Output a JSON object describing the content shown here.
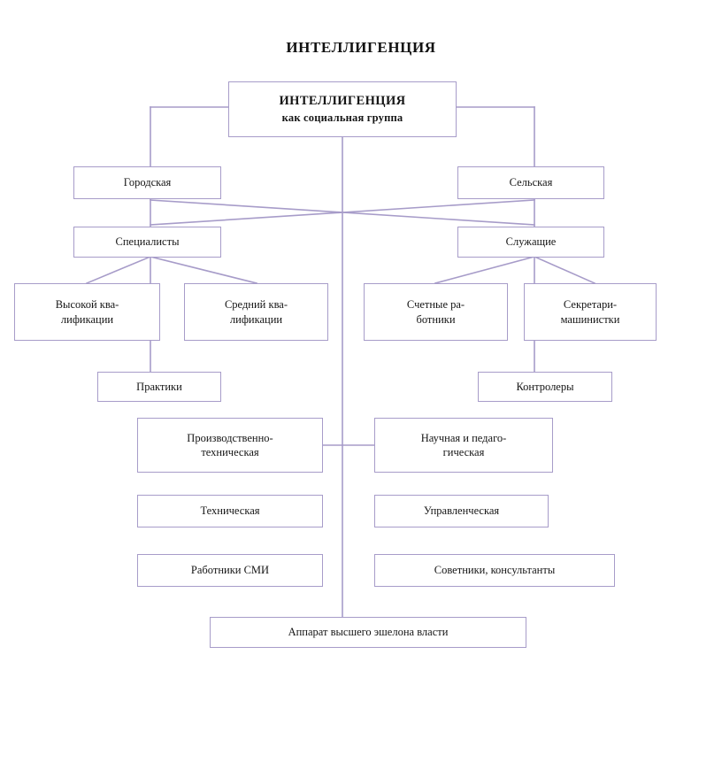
{
  "document": {
    "title": "ИНТЕЛЛИГЕНЦИЯ",
    "language": "ru",
    "line_color": "#a79cc9",
    "text_color": "#151515",
    "background": "#ffffff"
  },
  "diagram": {
    "type": "hierarchy-tree",
    "root": {
      "line1": "ИНТЕЛЛИГЕНЦИЯ",
      "line2": "как социальная группа"
    },
    "level2": {
      "left": "Городская",
      "right": "Сельская"
    },
    "level3": {
      "left": "Специалисты",
      "right": "Служащие"
    },
    "level4": {
      "specialist_high_line1": "Высокой ква-",
      "specialist_high_line2": "лификации",
      "specialist_mid_line1": "Средний ква-",
      "specialist_mid_line2": "лификации",
      "clerk_accounting_line1": "Счетные ра-",
      "clerk_accounting_line2": "ботники",
      "clerk_secretary_line1": "Секретари-",
      "clerk_secretary_line2": "машинистки"
    },
    "level5": {
      "left": "Практики",
      "right": "Контролеры"
    },
    "categories_left": [
      {
        "line1": "Производственно-",
        "line2": "техническая"
      },
      {
        "line1": "Техническая",
        "line2": ""
      },
      {
        "line1": "Работники СМИ",
        "line2": ""
      }
    ],
    "categories_right": [
      {
        "line1": "Научная и педаго-",
        "line2": "гическая"
      },
      {
        "line1": "Управленческая",
        "line2": ""
      },
      {
        "line1": "Советники, консультанты",
        "line2": ""
      }
    ],
    "bottom": "Аппарат высшего эшелона власти"
  }
}
